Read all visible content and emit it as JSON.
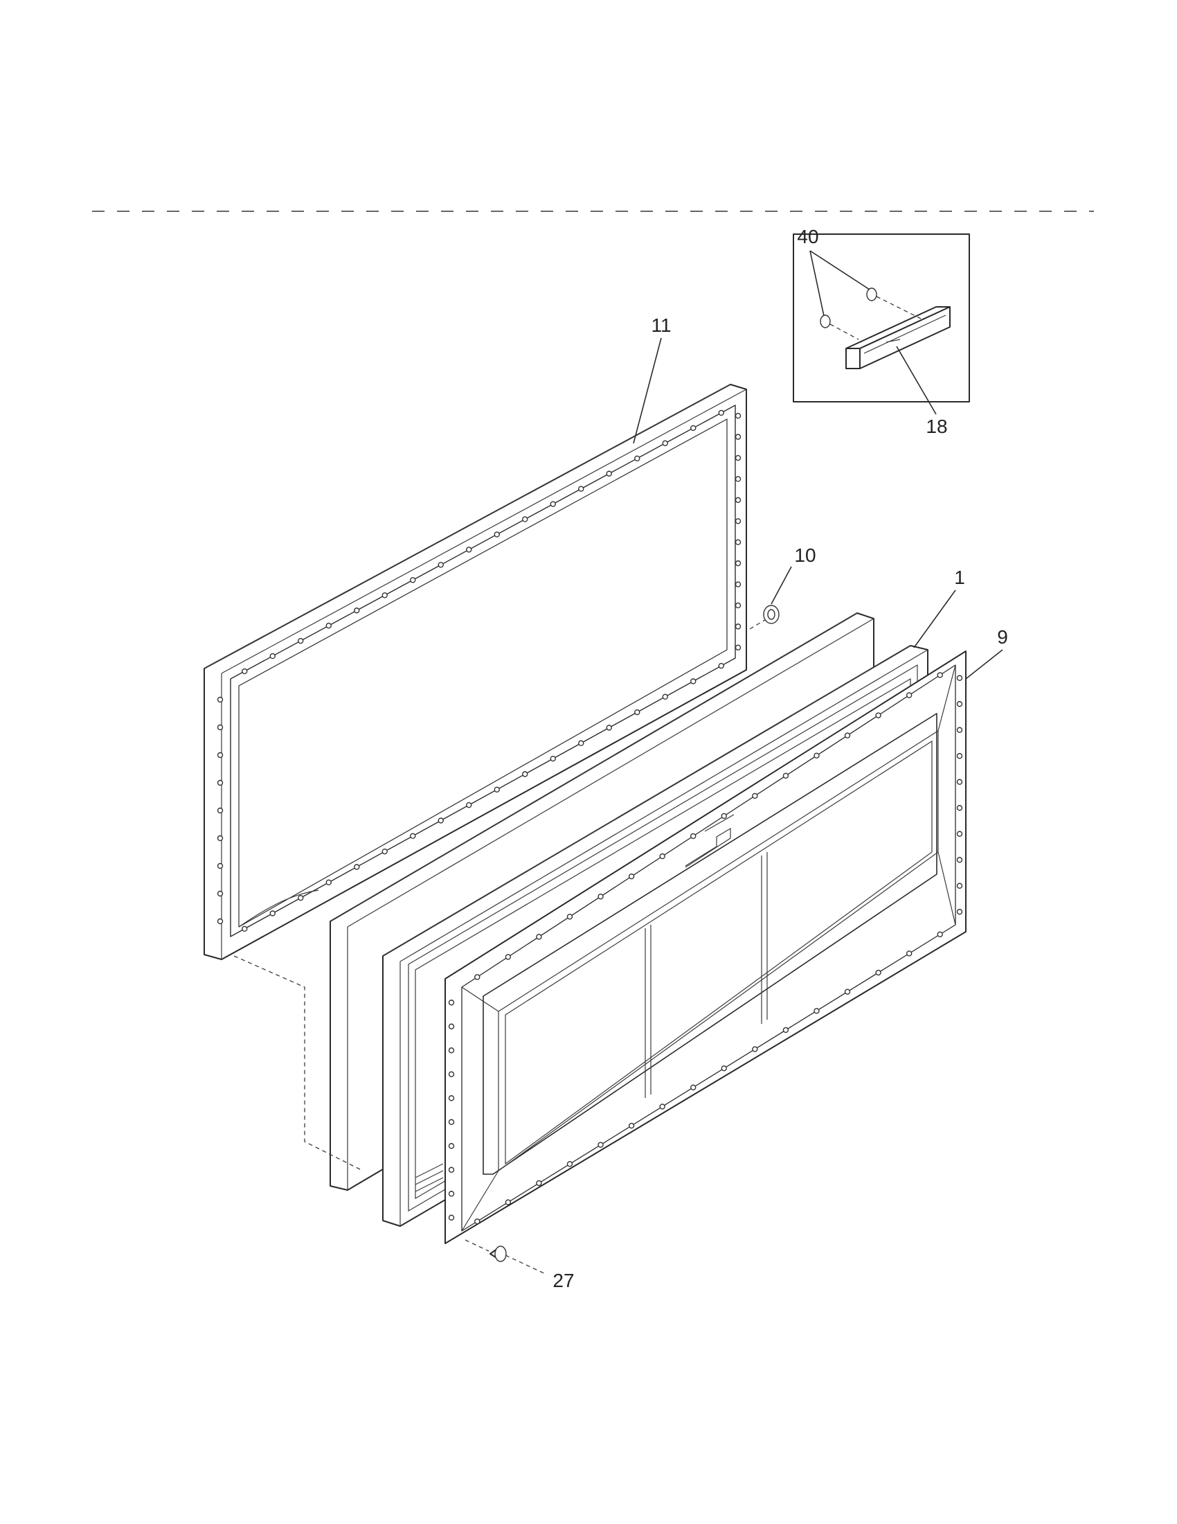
{
  "diagram": {
    "callouts": [
      {
        "id": "11",
        "label": "11"
      },
      {
        "id": "10",
        "label": "10"
      },
      {
        "id": "1",
        "label": "1"
      },
      {
        "id": "9",
        "label": "9"
      },
      {
        "id": "27",
        "label": "27"
      },
      {
        "id": "40",
        "label": "40"
      },
      {
        "id": "18",
        "label": "18"
      }
    ]
  }
}
